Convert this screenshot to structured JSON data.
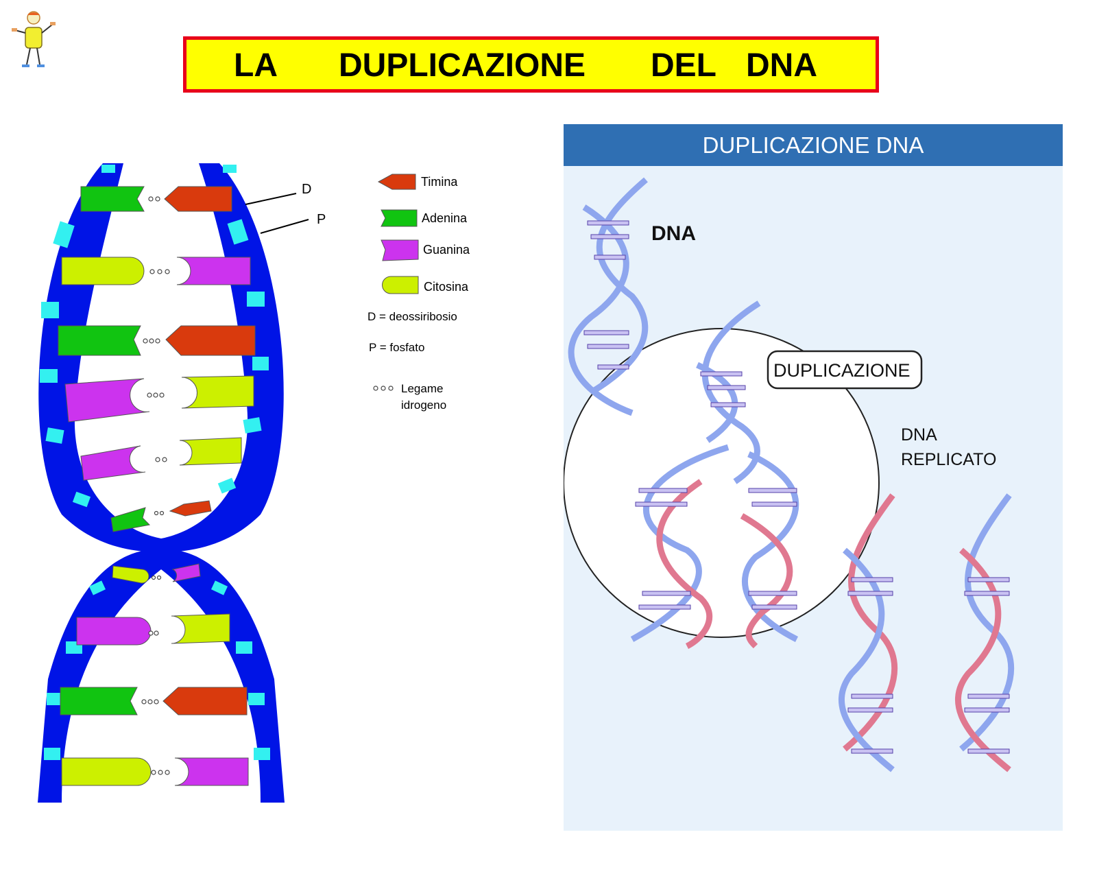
{
  "title": {
    "w1": "LA",
    "w2": "DUPLICAZIONE",
    "w3": "DEL",
    "w4": "DNA"
  },
  "left": {
    "label_d": "D",
    "label_p": "P"
  },
  "legend": {
    "timina": "Timina",
    "adenina": "Adenina",
    "guanina": "Guanina",
    "citosina": "Citosina",
    "d_def": "D = deossiribosio",
    "p_def": "P = fosfato",
    "legame_1": "Legame",
    "legame_2": "idrogeno"
  },
  "right": {
    "header": "DUPLICAZIONE DNA",
    "dna_label": "DNA",
    "duplicazione_label": "DUPLICAZIONE",
    "replicato_1": "DNA",
    "replicato_2": "REPLICATO"
  },
  "colors": {
    "title_bg": "#ffff00",
    "title_border": "#e8001a",
    "backbone": "#0014e6",
    "phosphate": "#33f0f0",
    "timina": "#d93a0d",
    "adenina": "#11c411",
    "guanina": "#cc33ee",
    "citosina": "#ccf000",
    "panel_header": "#2f6fb3",
    "panel_bg": "#e8f2fb",
    "strand_blue": "#8ea6ee",
    "strand_pink": "#e07890"
  }
}
